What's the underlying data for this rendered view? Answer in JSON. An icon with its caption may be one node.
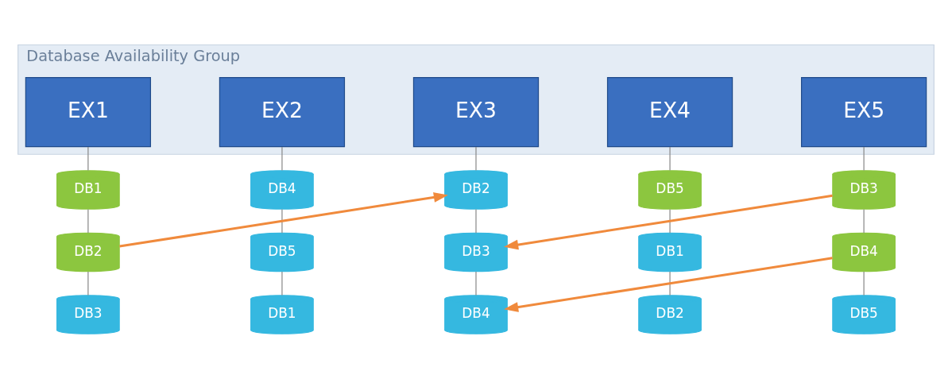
{
  "diagram": {
    "nodes": [
      {
        "text": [
          "Database Availability Group"
        ]
      },
      {
        "text": [
          "EX1"
        ],
        "in": 0
      },
      {
        "text": [
          "EX2"
        ],
        "in": 0
      },
      {
        "text": [
          "EX3"
        ],
        "in": 0
      },
      {
        "text": [
          "EX4"
        ],
        "in": 0
      },
      {
        "text": [
          "EX5"
        ],
        "in": 0
      },
      {
        "text": [
          "DB1"
        ]
      },
      {
        "text": [
          "DB4"
        ]
      },
      {
        "text": [
          "DB2"
        ]
      },
      {
        "text": [
          "DB5"
        ]
      },
      {
        "text": [
          "DB3"
        ]
      },
      {
        "text": [
          "DB2"
        ]
      },
      {
        "text": [
          "DB5"
        ]
      },
      {
        "text": [
          "DB3"
        ]
      },
      {
        "text": [
          "DB1"
        ]
      },
      {
        "text": [
          "DB4"
        ]
      },
      {
        "text": [
          "DB3"
        ]
      },
      {
        "text": [
          "DB1"
        ]
      },
      {
        "text": [
          "DB4"
        ]
      },
      {
        "text": [
          "DB2"
        ]
      },
      {
        "text": [
          "DB5"
        ]
      }
    ],
    "edges": [
      {
        "from": 1,
        "to": 6,
        "arrow": "none"
      },
      {
        "from": 2,
        "to": 7,
        "arrow": "none"
      },
      {
        "from": 3,
        "to": 8,
        "arrow": "none"
      },
      {
        "from": 4,
        "to": 9,
        "arrow": "none"
      },
      {
        "from": 5,
        "to": 10,
        "arrow": "none"
      },
      {
        "from": 6,
        "to": 11,
        "arrow": "none"
      },
      {
        "from": 7,
        "to": 12,
        "arrow": "none"
      },
      {
        "from": 8,
        "to": 13,
        "arrow": "none"
      },
      {
        "from": 9,
        "to": 14,
        "arrow": "none"
      },
      {
        "from": 10,
        "to": 15,
        "arrow": "none"
      },
      {
        "from": 11,
        "to": 16,
        "arrow": "none"
      },
      {
        "from": 12,
        "to": 17,
        "arrow": "none"
      },
      {
        "from": 13,
        "to": 18,
        "arrow": "none"
      },
      {
        "from": 14,
        "to": 19,
        "arrow": "none"
      },
      {
        "from": 15,
        "to": 20,
        "arrow": "none"
      },
      {
        "from": 11,
        "to": 8,
        "arrow": "to",
        "style": "thick",
        "color": "#f08a3c"
      },
      {
        "from": 10,
        "to": 13,
        "arrow": "to",
        "style": "thick",
        "color": "#f08a3c"
      },
      {
        "from": 15,
        "to": 18,
        "arrow": "to",
        "style": "thick",
        "color": "#f08a3c"
      }
    ]
  }
}
